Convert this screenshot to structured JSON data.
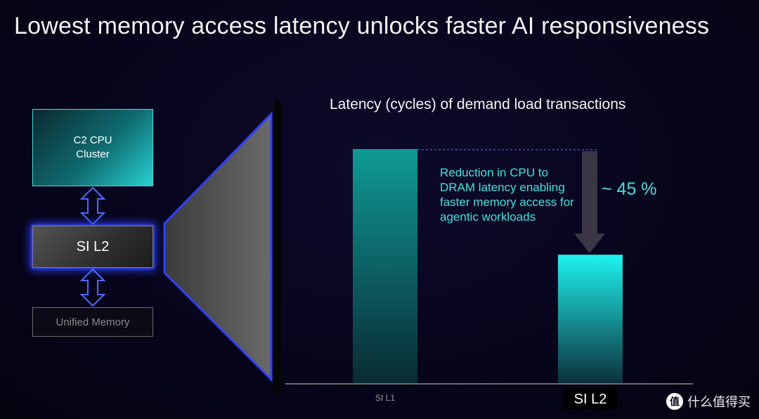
{
  "slide": {
    "title": "Lowest memory access latency unlocks faster AI responsiveness"
  },
  "diagram": {
    "cpu_label_line1": "C2 CPU",
    "cpu_label_line2": "Cluster",
    "l2_label": "SI L2",
    "memory_label": "Unified Memory"
  },
  "chart_data": {
    "type": "bar",
    "title": "Latency (cycles) of demand load transactions",
    "categories": [
      "SI L1",
      "SI L2"
    ],
    "values": [
      100,
      55
    ],
    "ylim": [
      0,
      100
    ],
    "xlabel": "",
    "ylabel": "",
    "grid": false,
    "bar_colors": [
      "#0d8f8a",
      "#1ff0ec"
    ],
    "annotation": "Reduction in CPU to DRAM latency enabling faster memory access for agentic workloads",
    "reduction_label": "~ 45 %"
  },
  "watermark": {
    "icon": "值",
    "text": "什么值得买"
  }
}
